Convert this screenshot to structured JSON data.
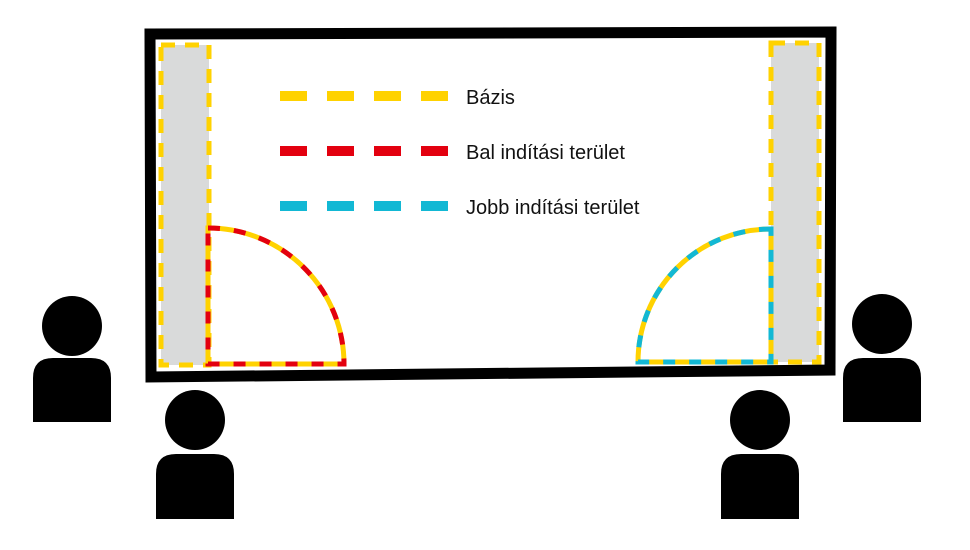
{
  "legend": [
    {
      "label": "Bázis",
      "color": "#FFD200"
    },
    {
      "label": "Bal indítási terület",
      "color": "#E3000F"
    },
    {
      "label": "Jobb indítási terület",
      "color": "#12B8D4"
    }
  ],
  "colors": {
    "board_border": "#000000",
    "base_fill": "#D9DADA",
    "base": "#FFD200",
    "left_start": "#E3000F",
    "right_start": "#12B8D4",
    "person": "#000000"
  },
  "icons": [
    "person-icon",
    "person-icon",
    "person-icon",
    "person-icon"
  ]
}
